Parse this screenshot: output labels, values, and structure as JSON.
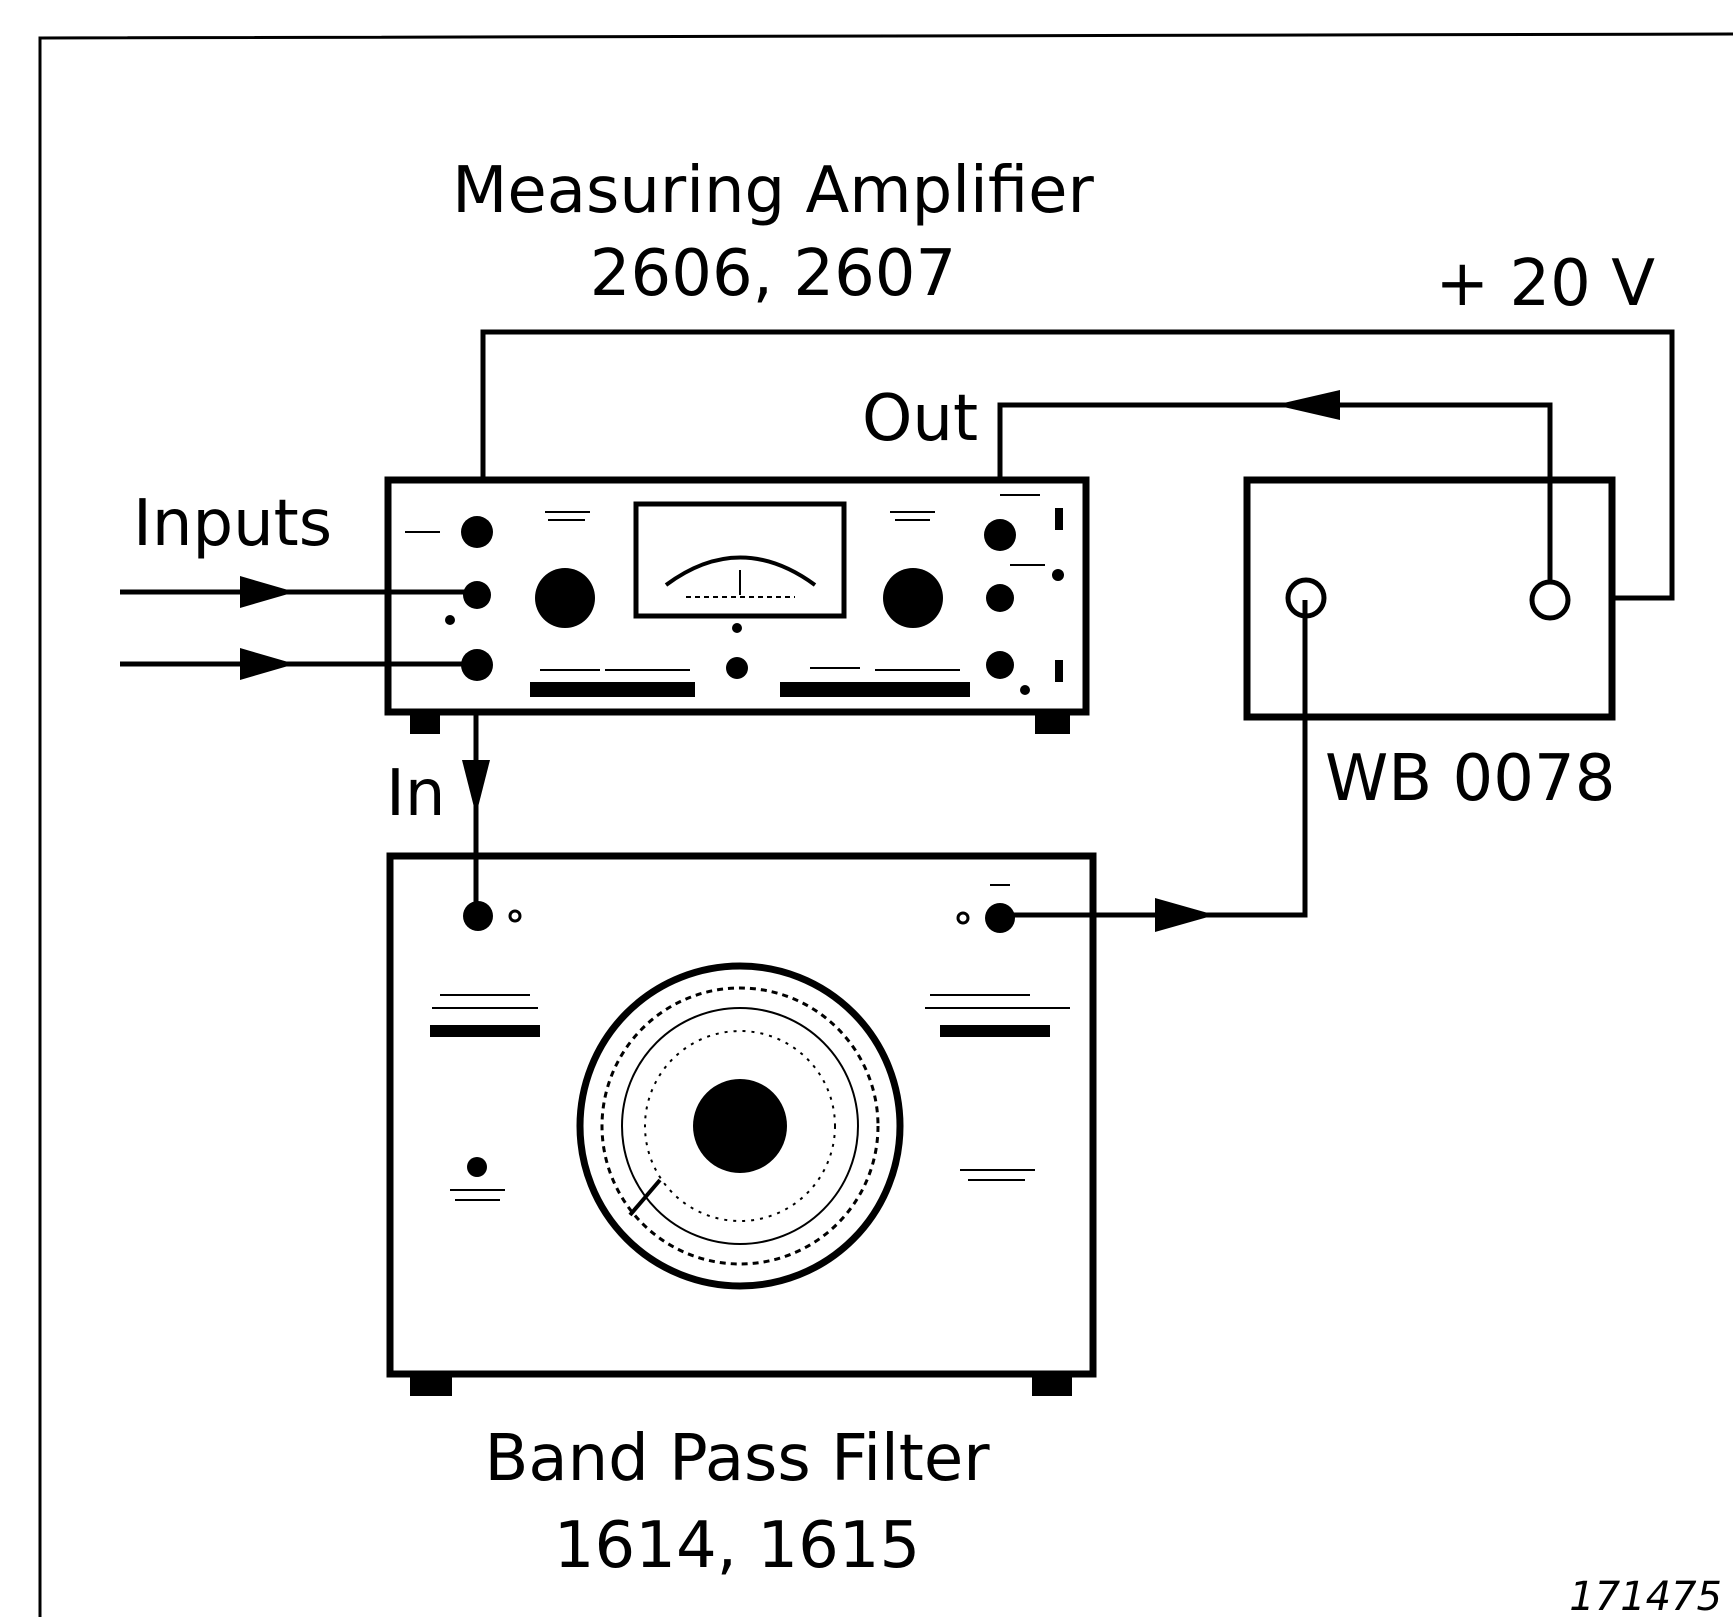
{
  "diagram": {
    "amplifier": {
      "title": "Measuring Amplifier",
      "model": "2606, 2607"
    },
    "filter": {
      "title": "Band Pass Filter",
      "model": "1614, 1615"
    },
    "module": {
      "label": "WB 0078"
    },
    "labels": {
      "supply": "+ 20 V",
      "out": "Out",
      "in": "In",
      "inputs": "Inputs"
    },
    "figure_number": "171475"
  }
}
